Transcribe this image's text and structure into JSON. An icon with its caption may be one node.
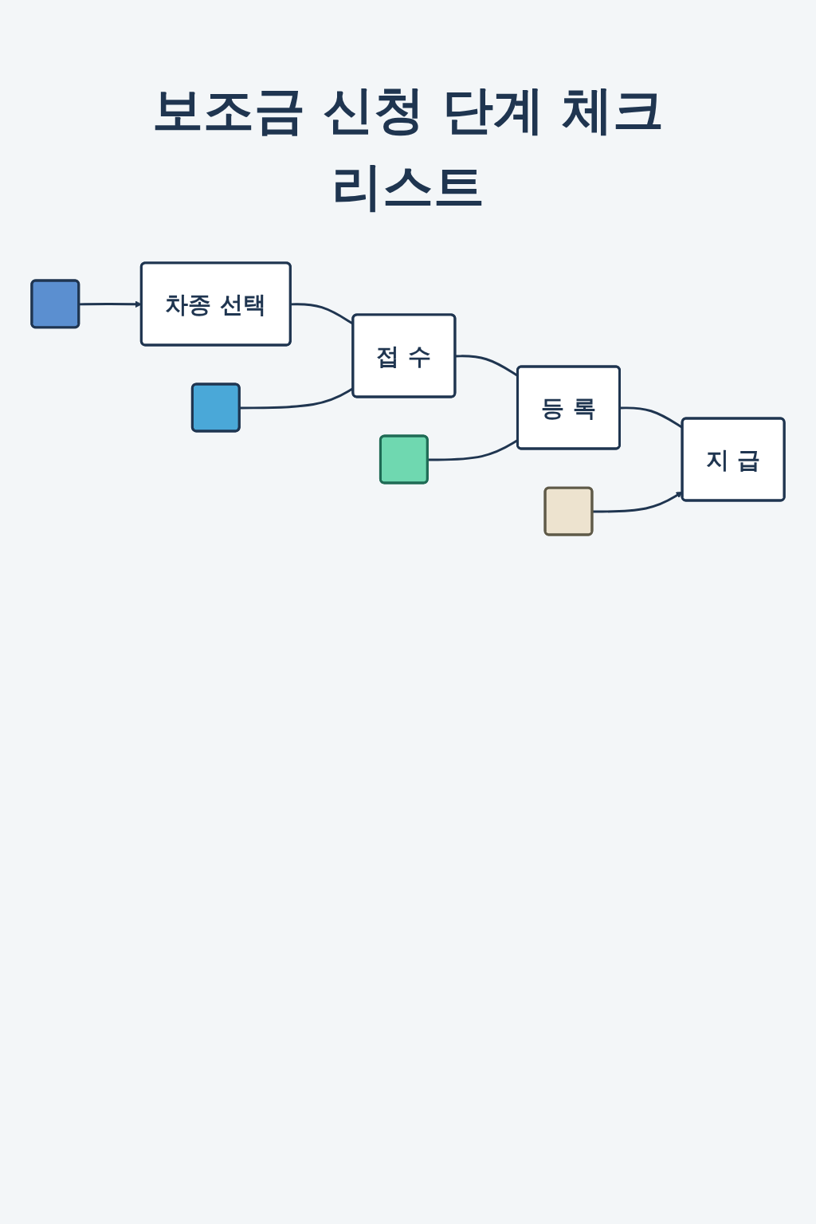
{
  "diagram": {
    "title": "보조금 신청 단계 체크리스트",
    "nodes": [
      {
        "text": [],
        "shape": "box"
      },
      {
        "text": [
          "차종 선택"
        ]
      },
      {
        "text": [],
        "shape": "box"
      },
      {
        "text": [
          "접 수"
        ]
      },
      {
        "text": [],
        "shape": "box"
      },
      {
        "text": [
          "등 록"
        ]
      },
      {
        "text": [],
        "shape": "box"
      },
      {
        "text": [
          "지 급"
        ]
      }
    ],
    "edges": [
      {
        "from": 0,
        "to": 1,
        "arrow": "to"
      },
      {
        "from": 1,
        "to": 3,
        "arrow": "none"
      },
      {
        "from": 2,
        "to": 3,
        "arrow": "none"
      },
      {
        "from": 3,
        "to": 5,
        "arrow": "none"
      },
      {
        "from": 4,
        "to": 5,
        "arrow": "none"
      },
      {
        "from": 5,
        "to": 7,
        "arrow": "none"
      },
      {
        "from": 6,
        "to": 7,
        "arrow": "to"
      }
    ]
  }
}
